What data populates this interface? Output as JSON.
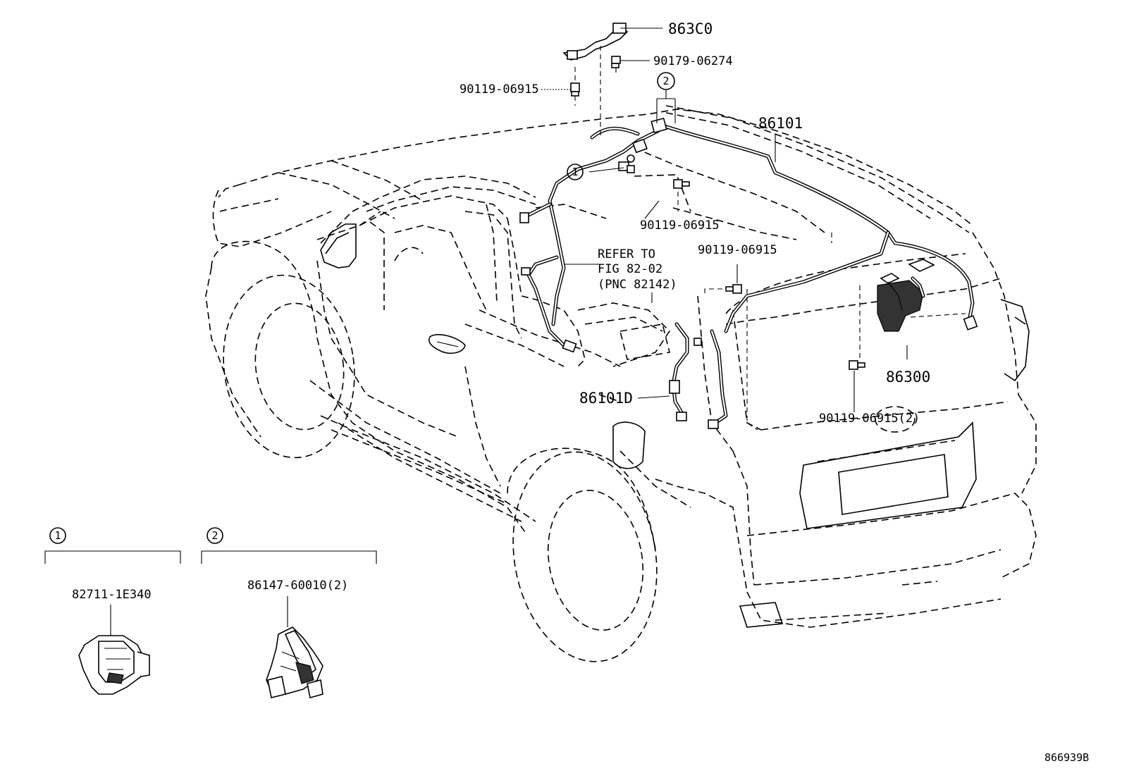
{
  "diagram": {
    "callouts": {
      "p863c0": "863C0",
      "p90179": "90179-06274",
      "p90119_top": "90119-06915",
      "p86101": "86101",
      "p90119_mid1": "90119-06915",
      "p90119_mid2": "90119-06915",
      "refer_line1": "REFER TO",
      "refer_line2": "FIG 82-02",
      "refer_line3": "(PNC 82142)",
      "p86101d": "86101D",
      "p86300": "86300",
      "p90119_x2": "90119-06915(2)"
    },
    "markers": {
      "one": "1",
      "two": "2"
    },
    "details": {
      "detail1_marker": "1",
      "detail1_part": "82711-1E340",
      "detail2_marker": "2",
      "detail2_part": "86147-60010(2)"
    },
    "figure_id": "866939B"
  }
}
